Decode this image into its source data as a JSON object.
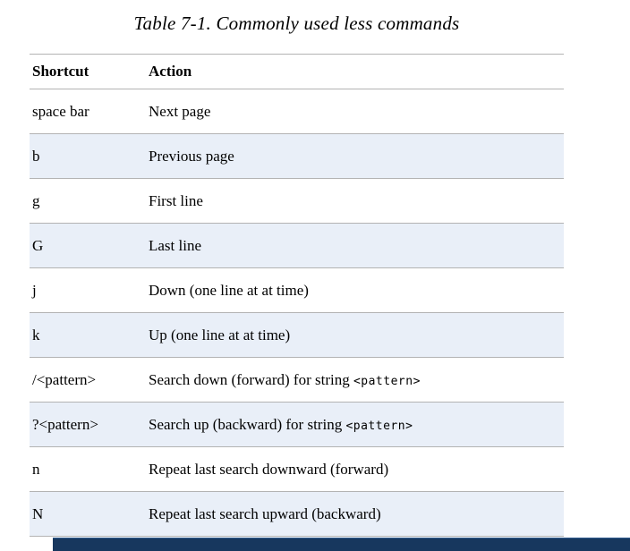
{
  "page": {
    "title": "Table 7-1. Commonly used less commands"
  },
  "table": {
    "columns": [
      "Shortcut",
      "Action"
    ],
    "rows": [
      {
        "shortcut": "space bar",
        "action": "Next page"
      },
      {
        "shortcut": "b",
        "action": "Previous page"
      },
      {
        "shortcut": "g",
        "action": "First line"
      },
      {
        "shortcut": "G",
        "action": "Last line"
      },
      {
        "shortcut": "j",
        "action": "Down (one line at at time)"
      },
      {
        "shortcut": "k",
        "action": "Up (one line at at time)"
      },
      {
        "shortcut": "/<pattern>",
        "action": "Search down (forward) for string ",
        "action_code": "<pattern>"
      },
      {
        "shortcut": "?<pattern>",
        "action": "Search up (backward) for string ",
        "action_code": "<pattern>"
      },
      {
        "shortcut": "n",
        "action": "Repeat last search downward (forward)"
      },
      {
        "shortcut": "N",
        "action": "Repeat last search upward (backward)"
      }
    ],
    "colors": {
      "row_shaded": "#e9eff8",
      "divider": "#b3b3b3",
      "bottom_bar": "#17375e"
    }
  }
}
